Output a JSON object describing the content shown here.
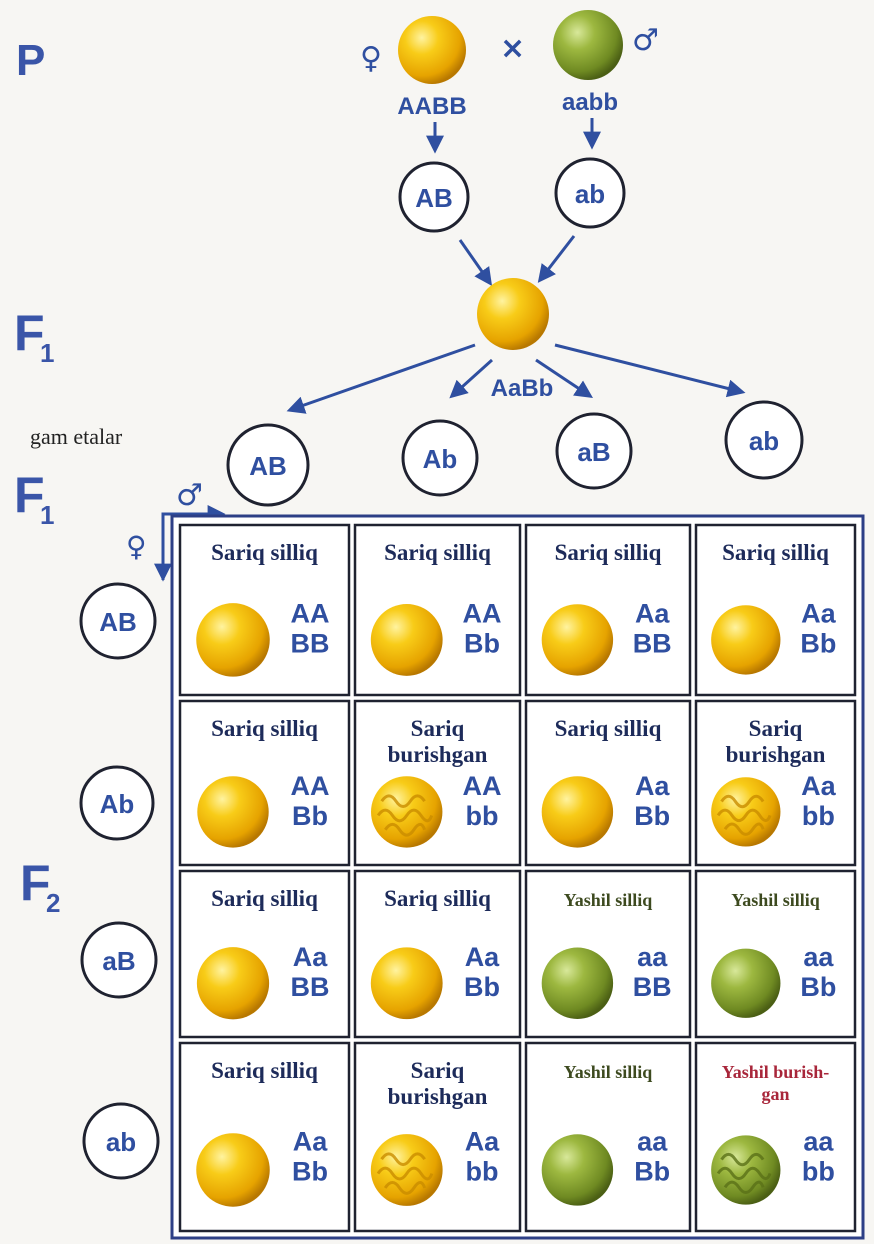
{
  "labels": {
    "P": "P",
    "F1": "F",
    "F1_sub": "1",
    "F1b": "F",
    "F1b_sub": "1",
    "F2": "F",
    "F2_sub": "2",
    "gametes_label": "gam etalar",
    "cross": "×",
    "female_symbol": "♀",
    "male_symbol": "♂"
  },
  "parents": {
    "female": {
      "genotype": "AABB",
      "gamete": "AB",
      "color": "yellow"
    },
    "male": {
      "genotype": "aabb",
      "gamete": "ab",
      "color": "green"
    }
  },
  "f1": {
    "genotype": "AaBb",
    "color": "yellow"
  },
  "f1_gametes": [
    "AB",
    "Ab",
    "aB",
    "ab"
  ],
  "row_gametes": [
    "AB",
    "Ab",
    "aB",
    "ab"
  ],
  "colors": {
    "yellow": "#f2b705",
    "green": "#8aa332",
    "blue_text": "#2f4fa0",
    "border": "#2d3f86"
  },
  "grid": [
    [
      {
        "title": [
          "Sariq silliq"
        ],
        "g1": "AA",
        "g2": "BB",
        "pea": "yellow-smooth",
        "style": "normal"
      },
      {
        "title": [
          "Sariq silliq"
        ],
        "g1": "AA",
        "g2": "Bb",
        "pea": "yellow-smooth",
        "style": "normal"
      },
      {
        "title": [
          "Sariq silliq"
        ],
        "g1": "Aa",
        "g2": "BB",
        "pea": "yellow-smooth",
        "style": "normal"
      },
      {
        "title": [
          "Sariq silliq"
        ],
        "g1": "Aa",
        "g2": "Bb",
        "pea": "yellow-smooth",
        "style": "normal"
      }
    ],
    [
      {
        "title": [
          "Sariq silliq"
        ],
        "g1": "AA",
        "g2": "Bb",
        "pea": "yellow-smooth",
        "style": "normal"
      },
      {
        "title": [
          "Sariq",
          "burishgan"
        ],
        "g1": "AA",
        "g2": "bb",
        "pea": "yellow-wrinkled",
        "style": "normal"
      },
      {
        "title": [
          "Sariq silliq"
        ],
        "g1": "Aa",
        "g2": "Bb",
        "pea": "yellow-smooth",
        "style": "normal"
      },
      {
        "title": [
          "Sariq",
          "burishgan"
        ],
        "g1": "Aa",
        "g2": "bb",
        "pea": "yellow-wrinkled",
        "style": "normal"
      }
    ],
    [
      {
        "title": [
          "Sariq silliq"
        ],
        "g1": "Aa",
        "g2": "BB",
        "pea": "yellow-smooth",
        "style": "normal"
      },
      {
        "title": [
          "Sariq silliq"
        ],
        "g1": "Aa",
        "g2": "Bb",
        "pea": "yellow-smooth",
        "style": "normal"
      },
      {
        "title": [
          "Yashil silliq"
        ],
        "g1": "aa",
        "g2": "BB",
        "pea": "green-smooth",
        "style": "small"
      },
      {
        "title": [
          "Yashil silliq"
        ],
        "g1": "aa",
        "g2": "Bb",
        "pea": "green-smooth",
        "style": "small"
      }
    ],
    [
      {
        "title": [
          "Sariq silliq"
        ],
        "g1": "Aa",
        "g2": "Bb",
        "pea": "yellow-smooth",
        "style": "normal"
      },
      {
        "title": [
          "Sariq",
          "burishgan"
        ],
        "g1": "Aa",
        "g2": "bb",
        "pea": "yellow-wrinkled",
        "style": "normal"
      },
      {
        "title": [
          "Yashil silliq"
        ],
        "g1": "aa",
        "g2": "Bb",
        "pea": "green-smooth",
        "style": "small"
      },
      {
        "title": [
          "Yashil burish-",
          "gan"
        ],
        "g1": "aa",
        "g2": "bb",
        "pea": "green-wrinkled",
        "style": "red"
      }
    ]
  ]
}
